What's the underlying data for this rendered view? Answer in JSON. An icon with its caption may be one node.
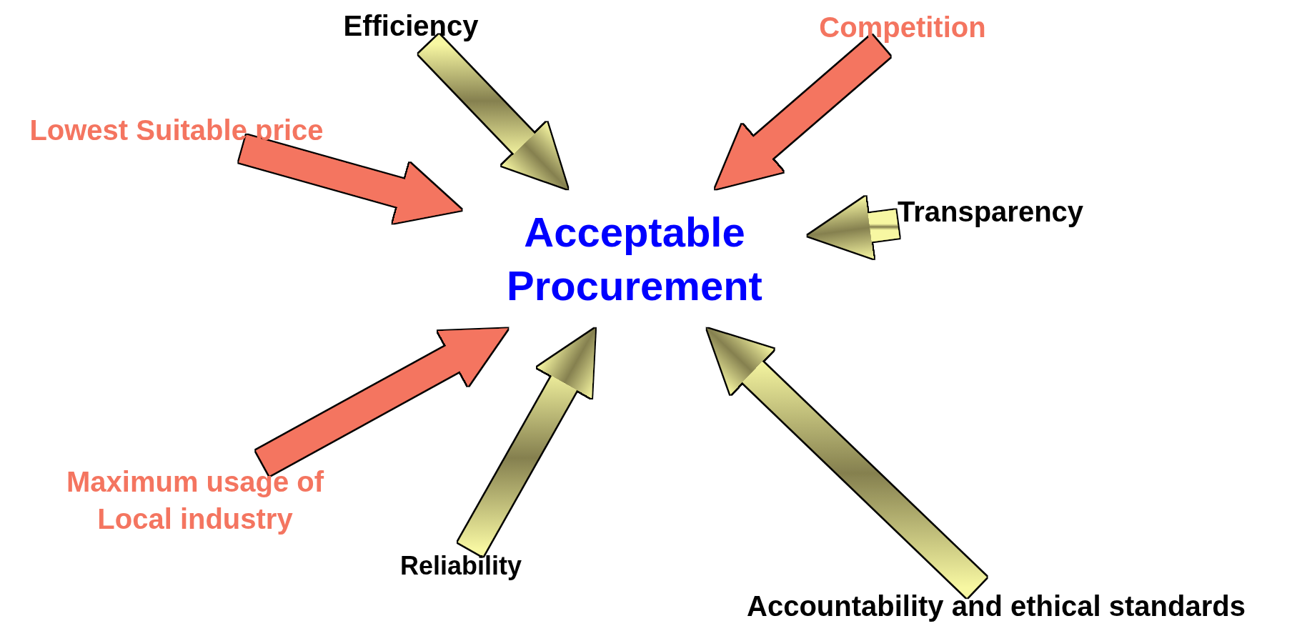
{
  "diagram": {
    "nodes": [
      {
        "text": [
          "Efficiency"
        ]
      },
      {
        "text": [
          "Competition"
        ]
      },
      {
        "text": [
          "Lowest Suitable price"
        ]
      },
      {
        "text": [
          "Transparency"
        ]
      },
      {
        "text": [
          "Acceptable Procurement"
        ]
      },
      {
        "text": [
          "Maximum usage of Local industry"
        ]
      },
      {
        "text": [
          "Reliability"
        ]
      },
      {
        "text": [
          "Accountability and ethical standards"
        ]
      }
    ],
    "edges": [
      {
        "from": 0,
        "to": 4,
        "arrow": "to"
      },
      {
        "from": 1,
        "to": 4,
        "arrow": "to",
        "color": "#f47560"
      },
      {
        "from": 2,
        "to": 4,
        "arrow": "to",
        "color": "#f47560"
      },
      {
        "from": 3,
        "to": 4,
        "arrow": "to"
      },
      {
        "from": 5,
        "to": 4,
        "arrow": "to",
        "color": "#f47560"
      },
      {
        "from": 6,
        "to": 4,
        "arrow": "to"
      },
      {
        "from": 7,
        "to": 4,
        "arrow": "to"
      }
    ]
  }
}
